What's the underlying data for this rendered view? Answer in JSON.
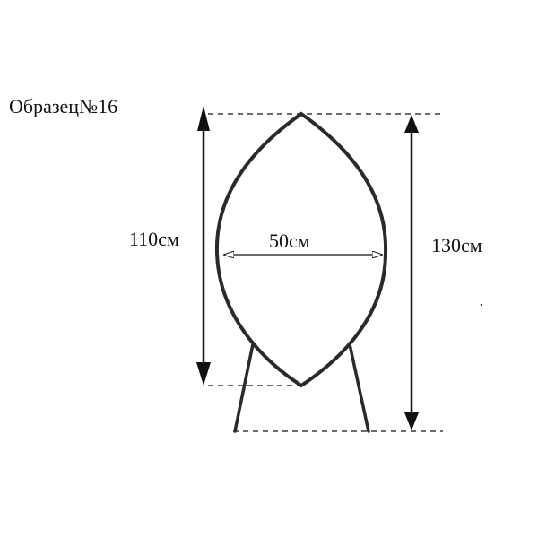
{
  "title": "Образец№16",
  "dimensions": {
    "oval_height": "110см",
    "oval_width": "50см",
    "total_height": "130см"
  },
  "colors": {
    "stroke": "#2a2a2a",
    "dim_line": "#111111"
  }
}
